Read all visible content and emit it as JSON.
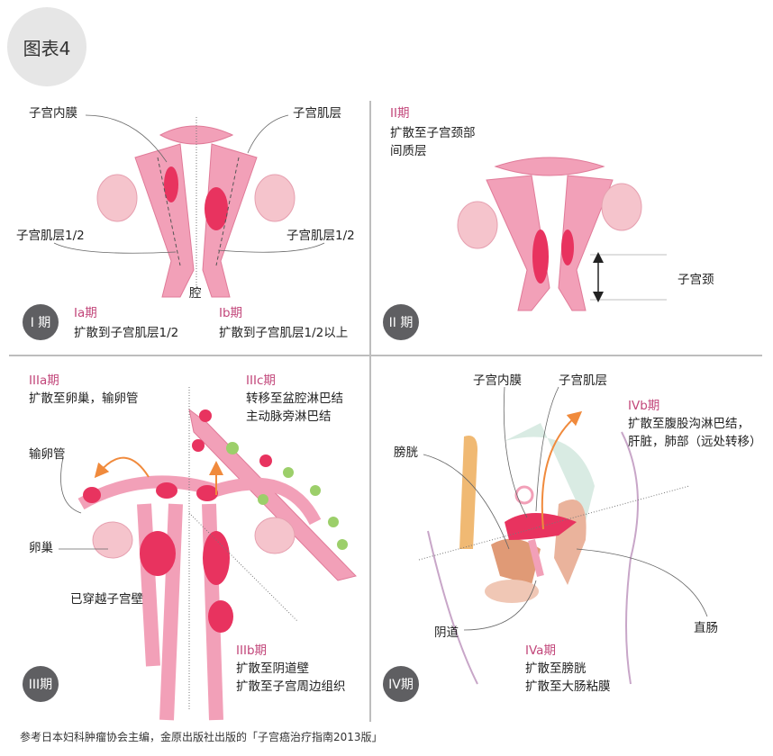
{
  "title": "图表4",
  "panels": {
    "stage1": {
      "badge": "I 期",
      "labels": {
        "endometrium": "子宫内膜",
        "myometrium": "子宫肌层",
        "half_left": "子宫肌层1/2",
        "half_right": "子宫肌层1/2",
        "cavity": "腔"
      },
      "a": {
        "title": "Ia期",
        "desc": "扩散到子宫肌层1/2"
      },
      "b": {
        "title": "Ib期",
        "desc": "扩散到子宫肌层1/2以上"
      }
    },
    "stage2": {
      "badge": "II 期",
      "title": "II期",
      "desc": [
        "扩散至子宫颈部",
        "间质层"
      ],
      "cervix": "子宫颈"
    },
    "stage3": {
      "badge": "III期",
      "a": {
        "title": "IIIa期",
        "desc": "扩散至卵巢，输卵管"
      },
      "c": {
        "title": "IIIc期",
        "desc": [
          "转移至盆腔淋巴结",
          "主动脉旁淋巴结"
        ]
      },
      "b": {
        "title": "IIIb期",
        "desc": [
          "扩散至阴道壁",
          "扩散至子宫周边组织"
        ]
      },
      "labels": {
        "tube": "输卵管",
        "ovary": "卵巢",
        "through_wall": "已穿越子宫壁"
      }
    },
    "stage4": {
      "badge": "IV期",
      "labels": {
        "endometrium": "子宫内膜",
        "myometrium": "子宫肌层",
        "bladder": "膀胱",
        "vagina": "阴道",
        "rectum": "直肠"
      },
      "b": {
        "title": "IVb期",
        "desc": [
          "扩散至腹股沟淋巴结，",
          "肝脏，肺部（远处转移）"
        ]
      },
      "a": {
        "title": "IVa期",
        "desc": [
          "扩散至膀胱",
          "扩散至大肠粘膜"
        ]
      }
    }
  },
  "footer": "参考日本妇科肿瘤协会主编，金原出版社出版的「子宫癌治疗指南2013版」",
  "colors": {
    "uterus": "#f2a0b8",
    "tumor": "#e8335f",
    "ovary": "#f5c4cc",
    "lymph": "#9ccf6a",
    "arrow": "#f08a3c",
    "badge": "#5f5f62",
    "accent": "#c2467a"
  }
}
